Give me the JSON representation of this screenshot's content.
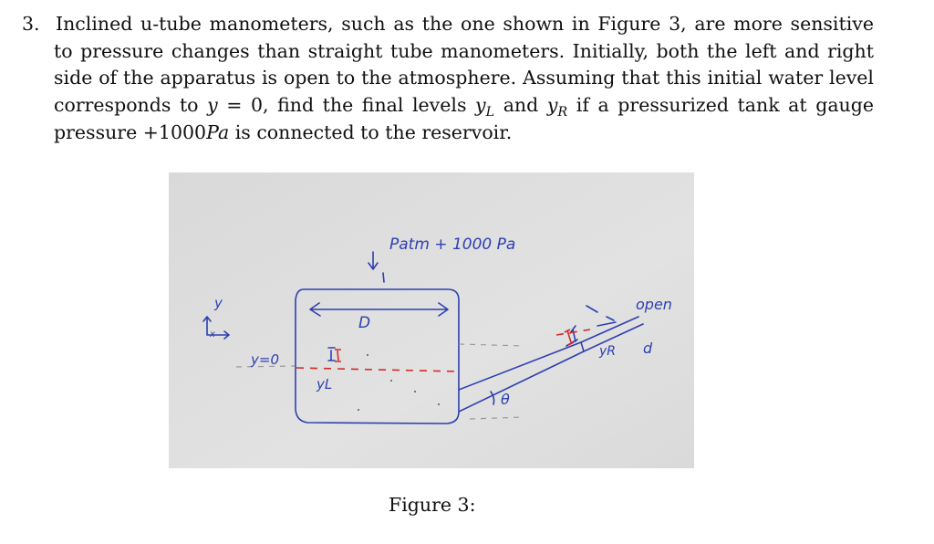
{
  "problem": {
    "number": "3.",
    "lines": [
      "Inclined u-tube manometers, such as the one shown in Figure 3, are more sensitive",
      "to pressure changes than straight tube manometers. Initially, both the left and right",
      "side of the apparatus is open to the atmosphere. Assuming that this initial water level"
    ],
    "line4": {
      "pre": "corresponds to ",
      "var_y": "y",
      "eq": " = 0, find the final levels ",
      "yL_base": "y",
      "yL_sub": "L",
      "and": " and ",
      "yR_base": "y",
      "yR_sub": "R",
      "post": " if a pressurized tank at gauge"
    },
    "line5": {
      "pre": "pressure +1000",
      "unit": "Pa",
      "post": " is connected to the reservoir."
    }
  },
  "figure": {
    "caption": "Figure 3:",
    "annotations": {
      "pressure": "Patm + 1000 Pa",
      "diameter": "D",
      "open": "open",
      "y_axis": "y",
      "x_axis": "x",
      "y_zero": "y=0",
      "y_left": "yL",
      "y_right": "yR",
      "d": "d",
      "theta": "θ"
    }
  }
}
